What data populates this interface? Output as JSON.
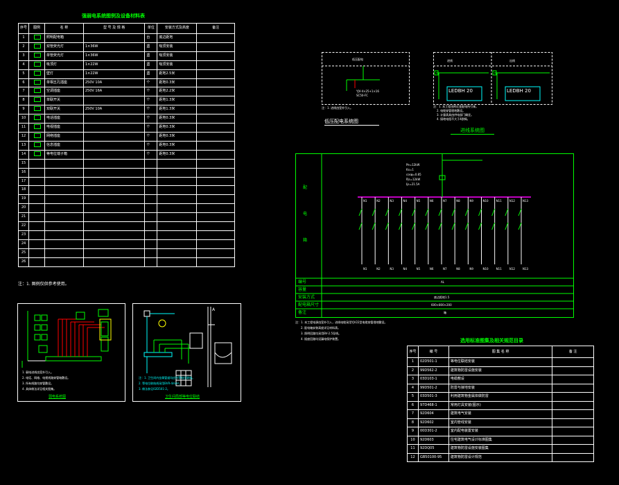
{
  "left_table": {
    "title": "强弱电系统图例及设备材料表",
    "headers": [
      "序号",
      "图例",
      "名  称",
      "型 号 及 规 格",
      "单位",
      "安装方式及高度",
      "备注"
    ],
    "rows": [
      [
        "1",
        "",
        "照明配电箱",
        "",
        "台",
        "底边距地"
      ],
      [
        "2",
        "",
        "双管荧光灯",
        "1×36W",
        "盏",
        "吸顶安装"
      ],
      [
        "3",
        "",
        "单管荧光灯",
        "1×36W",
        "盏",
        "吸顶安装"
      ],
      [
        "4",
        "",
        "吸顶灯",
        "1×22W",
        "盏",
        "吸顶安装"
      ],
      [
        "5",
        "",
        "壁灯",
        "1×22W",
        "盏",
        "距地2.5米"
      ],
      [
        "6",
        "",
        "单相五孔插座",
        "250V 10A",
        "个",
        "距地0.3米"
      ],
      [
        "7",
        "",
        "空调插座",
        "250V 16A",
        "个",
        "距地2.2米"
      ],
      [
        "8",
        "",
        "单联开关",
        "",
        "个",
        "距地1.3米"
      ],
      [
        "9",
        "",
        "双联开关",
        "250V 10A",
        "个",
        "距地1.3米"
      ],
      [
        "10",
        "",
        "电话插座",
        "",
        "个",
        "距地0.3米"
      ],
      [
        "11",
        "",
        "电视插座",
        "",
        "个",
        "距地0.3米"
      ],
      [
        "12",
        "",
        "网络插座",
        "",
        "个",
        "距地0.3米"
      ],
      [
        "13",
        "",
        "信息插座",
        "",
        "个",
        "距地0.3米"
      ],
      [
        "14",
        "",
        "等电位端子箱",
        "",
        "个",
        "距地0.3米"
      ],
      [
        "15",
        "",
        "",
        "",
        "",
        ""
      ],
      [
        "16",
        "",
        "",
        "",
        "",
        ""
      ],
      [
        "17",
        "",
        "",
        "",
        "",
        ""
      ],
      [
        "18",
        "",
        "",
        "",
        "",
        ""
      ],
      [
        "19",
        "",
        "",
        "",
        "",
        ""
      ],
      [
        "20",
        "",
        "",
        "",
        "",
        ""
      ],
      [
        "21",
        "",
        "",
        "",
        "",
        ""
      ],
      [
        "22",
        "",
        "",
        "",
        "",
        ""
      ],
      [
        "23",
        "",
        "",
        "",
        "",
        ""
      ],
      [
        "24",
        "",
        "",
        "",
        "",
        ""
      ],
      [
        "25",
        "",
        "",
        "",
        "",
        ""
      ],
      [
        "26",
        "",
        "",
        "",
        "",
        ""
      ]
    ],
    "note": "注：1. 图例仅供参考使用。"
  },
  "weak_diagram": {
    "caption": "弱电系统图",
    "notes": [
      "1. 弱电进线由室外引入。",
      "2. 电话、网络、电视线路穿管暗敷设。",
      "3. 所有线路均穿管敷设。",
      "4. 具体做法详见相关图集。"
    ]
  },
  "equip_diagram": {
    "caption": "卫生间局部等电位联结",
    "notes": [
      "注：1. 卫生间内金属管道均应作等电位联结。",
      "2. 等电位联结线采用BVR-4mm²。",
      "3. 做法参见02D501-2。"
    ]
  },
  "low_voltage": {
    "title": "低压配电系统图",
    "note": "注：1. 进线由室外引入。"
  },
  "feeder": {
    "title": "进线系统图",
    "labels": [
      "进线",
      "出线"
    ],
    "boxes": [
      "LEDBH  20",
      "LEDBH  20"
    ],
    "notes": [
      "注：1. 本工程由附近变配电所引来。",
      "2. 电缆穿管埋地敷设。",
      "3. 计量表具由供电部门确定。",
      "4. 接地电阻不大于4欧姆。"
    ]
  },
  "main_system": {
    "side_labels": [
      "配",
      "电",
      "箱"
    ],
    "bottom_rows": [
      "编号",
      "容量",
      "安装方式",
      "配电箱尺寸",
      "备注"
    ],
    "bottom_values": [
      "AL",
      "",
      "底边距地1.5",
      "600×800×200",
      "箱"
    ],
    "incoming": [
      "Pe=12kW",
      "Kx=1",
      "cosφ=0.85",
      "Pjs=12kW",
      "Ijs=21.5A"
    ],
    "circuits": [
      "N1",
      "N2",
      "N3",
      "N4",
      "N5",
      "N6",
      "N7",
      "N8",
      "N9",
      "N10",
      "N11",
      "N12",
      "N13"
    ],
    "notes": [
      "注：1. 本工程电源由室外引入，进线电缆采用YJV22型电缆穿管埋地敷设。",
      "2. 配电箱安装高度详见材料表。",
      "3. 照明回路均采用BV-2.5导线。",
      "4. 插座回路均设漏电保护装置。"
    ]
  },
  "std_table": {
    "title": "选用标准图集及相关规范目录",
    "headers": [
      "序号",
      "编 号",
      "图 集 名 称",
      "备  注"
    ],
    "rows": [
      [
        "1",
        "02D501-1",
        "等电位联结安装",
        ""
      ],
      [
        "2",
        "99D562-2",
        "建筑物防雷设施安装",
        ""
      ],
      [
        "3",
        "03D103-1",
        "电缆敷设",
        ""
      ],
      [
        "4",
        "99D501-2",
        "防雷与接地安装",
        ""
      ],
      [
        "5",
        "03D501-3",
        "利用建筑物金属体做防雷",
        ""
      ],
      [
        "6",
        "97D468-1",
        "常用灯具安装(图示)",
        ""
      ],
      [
        "7",
        "92D604",
        "建筑电气安装",
        ""
      ],
      [
        "8",
        "92D602",
        "室内管线安装",
        ""
      ],
      [
        "9",
        "00D301-2",
        "室内配电装置安装",
        ""
      ],
      [
        "10",
        "92D603",
        "住宅建筑电气设计标准图集",
        ""
      ],
      [
        "11",
        "92DQ05",
        "建筑物防雷设施安装图集",
        ""
      ],
      [
        "12",
        "GB50100-95",
        "建筑物防雷设计规范",
        ""
      ]
    ]
  },
  "colors": {
    "bg": "#000000",
    "line": "#ffffff",
    "green": "#00ff00",
    "cyan": "#00ffff",
    "yellow": "#ffff00",
    "red": "#ff0000",
    "magenta": "#ff00ff"
  }
}
